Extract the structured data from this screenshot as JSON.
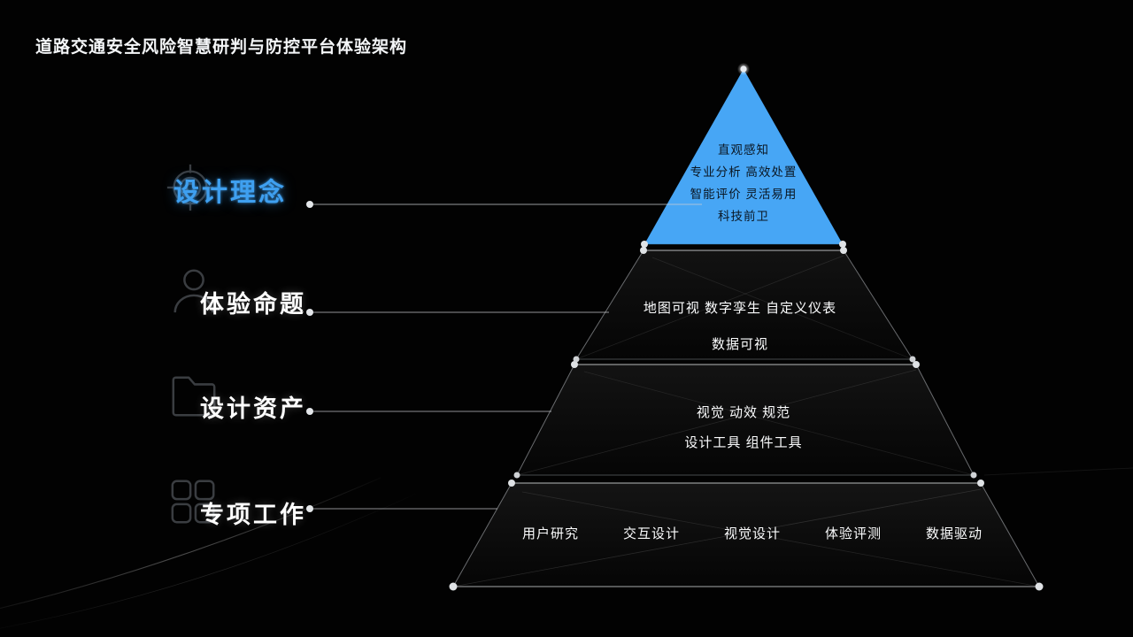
{
  "header": {
    "title": "道路交通安全风险智慧研判与防控平台体验架构"
  },
  "colors": {
    "background": "#000000",
    "accent_blue": "#47a6f5",
    "label_accent": "#3fa0f0",
    "text_white": "#ffffff",
    "line_gray": "#b9bdc2",
    "tier_dark": "#0b0b0b"
  },
  "legend": {
    "items": [
      {
        "label": "设计理念",
        "icon": "target-icon",
        "accent": true
      },
      {
        "label": "体验命题",
        "icon": "user-icon",
        "accent": false
      },
      {
        "label": "设计资产",
        "icon": "folder-icon",
        "accent": false
      },
      {
        "label": "专项工作",
        "icon": "grid-icon",
        "accent": false
      }
    ]
  },
  "pyramid": {
    "tier1": {
      "name": "设计理念",
      "fill": "#47a6f5",
      "rows": [
        "直观感知",
        "专业分析  高效处置",
        "智能评价  灵活易用",
        "科技前卫"
      ]
    },
    "tier2": {
      "name": "体验命题",
      "rows": [
        "地图可视   数字孪生   自定义仪表",
        "数据可视"
      ]
    },
    "tier3": {
      "name": "设计资产",
      "rows": [
        "视觉     动效     规范",
        "设计工具           组件工具"
      ]
    },
    "tier4": {
      "name": "专项工作",
      "items": [
        "用户研究",
        "交互设计",
        "视觉设计",
        "体验评测",
        "数据驱动"
      ]
    }
  }
}
